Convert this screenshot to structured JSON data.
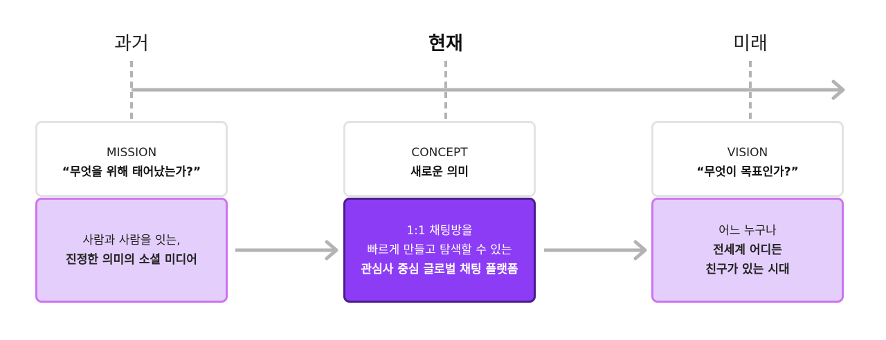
{
  "timeline": {
    "past": "과거",
    "present": "현재",
    "future": "미래"
  },
  "columns": [
    {
      "keyword": "MISSION",
      "question": "“무엇을 위해 태어났는가?”",
      "lines": [
        "사람과 사람을 잇는,"
      ],
      "bold_lines": [
        "진정한 의미의 소셜 미디어"
      ]
    },
    {
      "keyword": "CONCEPT",
      "question": "새로운 의미",
      "lines": [
        "1:1 채팅방을",
        "빠르게 만들고 탐색할 수 있는"
      ],
      "bold_lines": [
        "관심사 중심 글로벌 채팅 플랫폼"
      ]
    },
    {
      "keyword": "VISION",
      "question": "“무엇이 목표인가?”",
      "lines": [
        "어느 누구나"
      ],
      "bold_lines": [
        "전세계 어디든",
        "친구가 있는 시대"
      ]
    }
  ],
  "colors": {
    "line_gray": "#b3b3b3",
    "card_border": "#e3e3e3",
    "light_purple_fill": "#e4cffc",
    "light_purple_border": "#cd73f0",
    "active_purple_fill": "#8c3cf5",
    "active_purple_border": "#4c1b8c"
  }
}
